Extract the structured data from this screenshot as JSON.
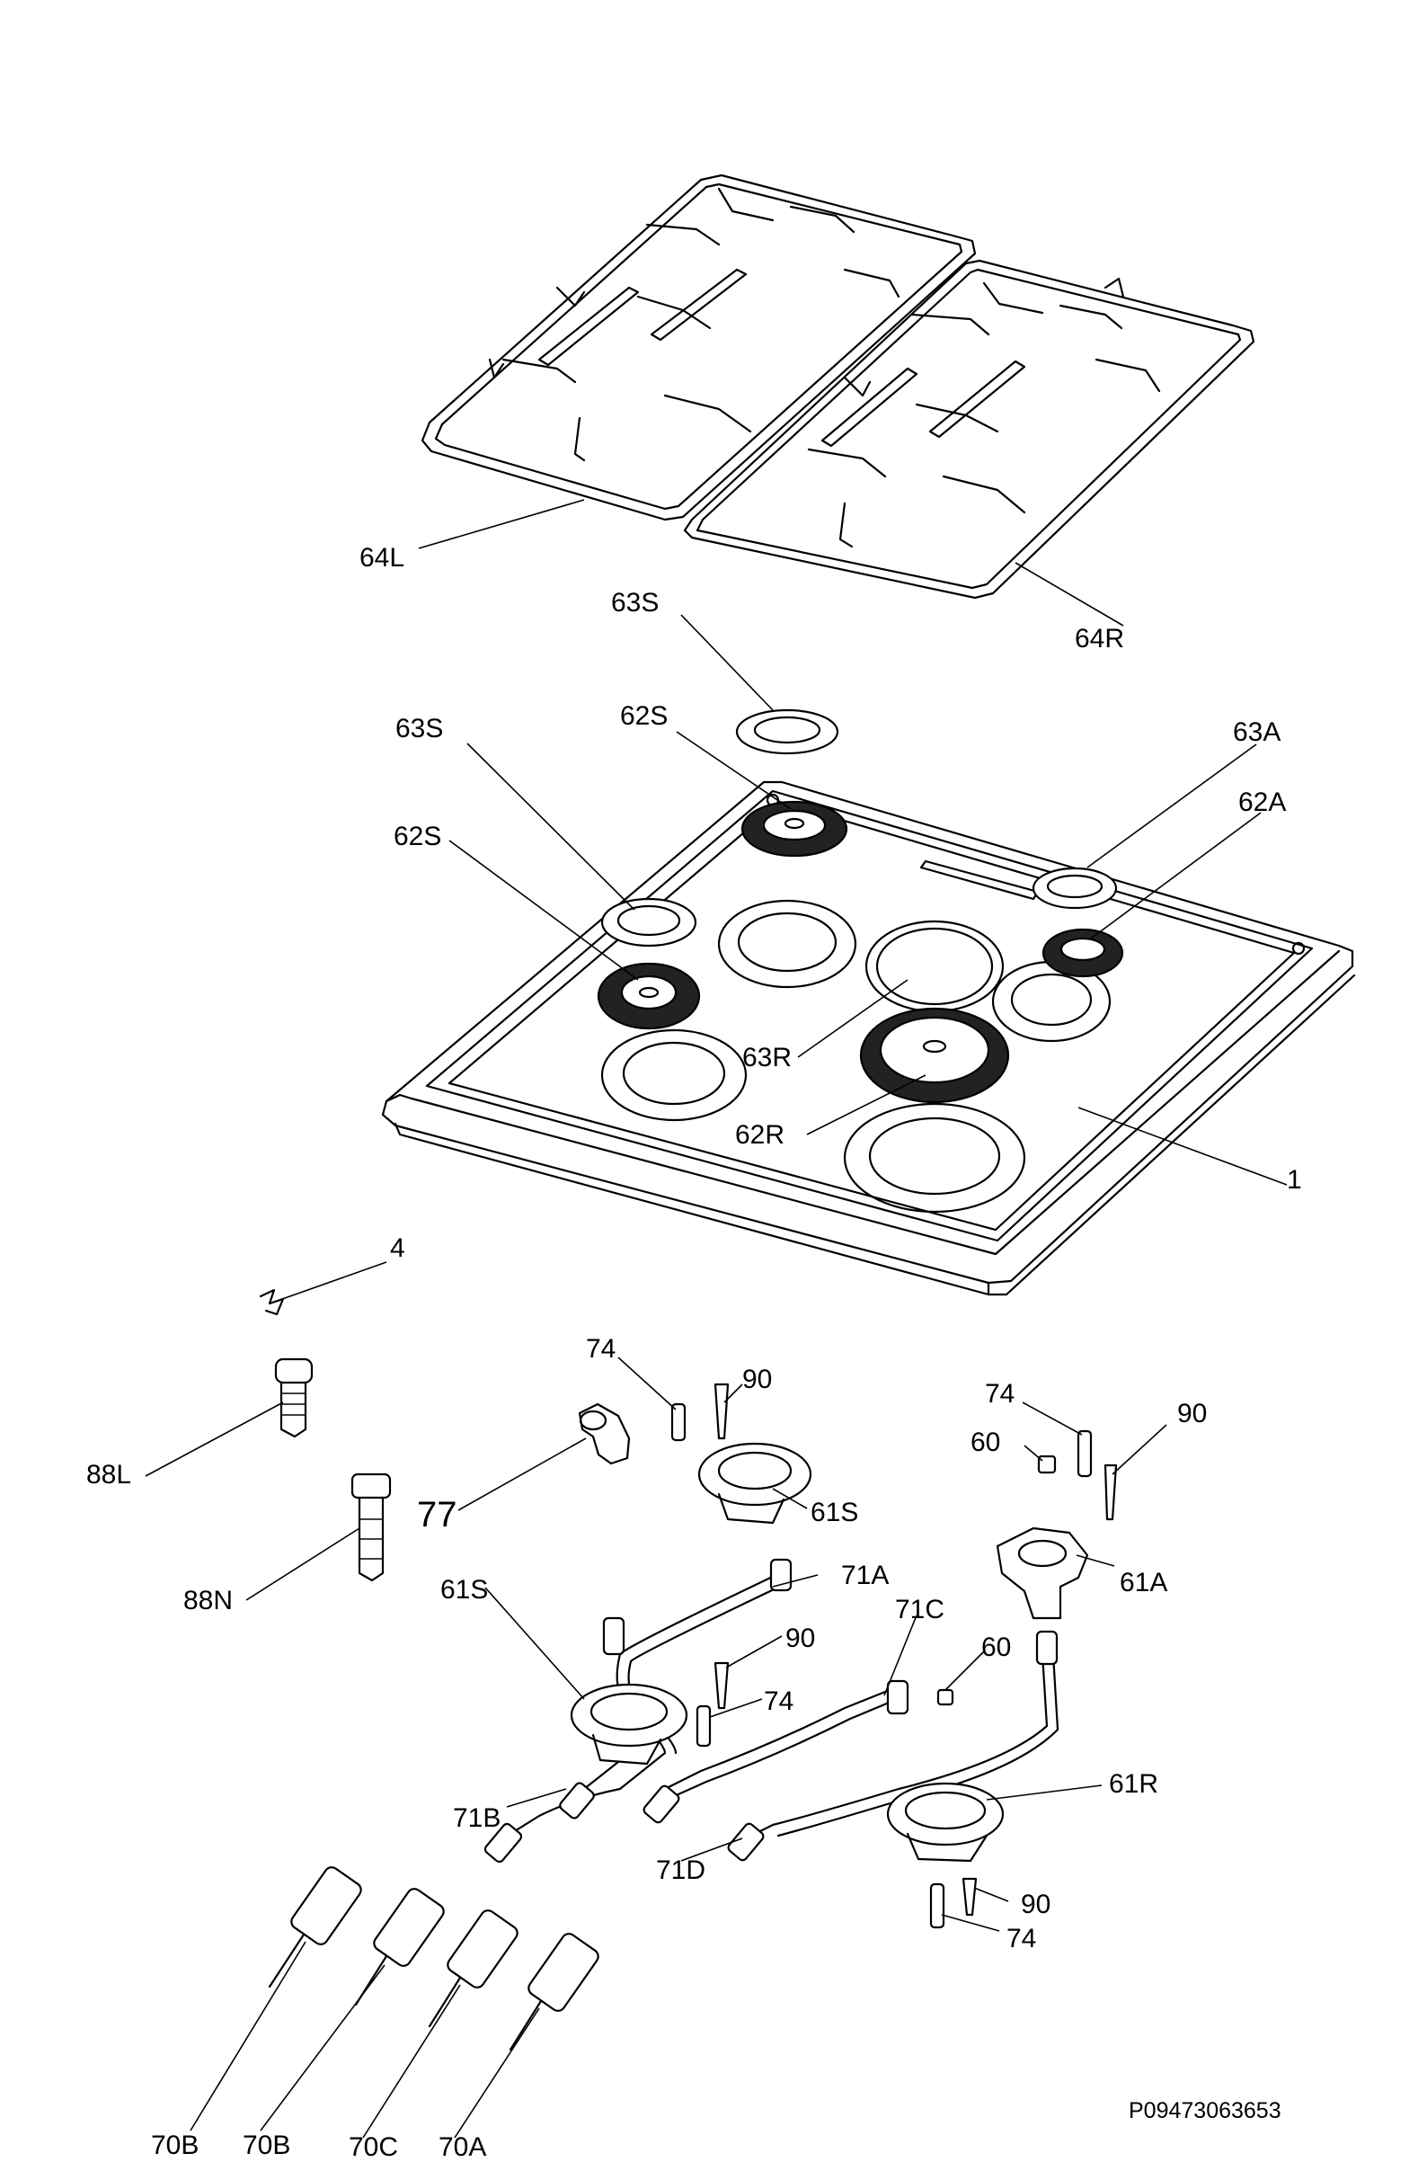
{
  "figure_code": "P09473063653",
  "labels": {
    "64L": "64L",
    "64R": "64R",
    "63S_top": "63S",
    "62S_top": "62S",
    "63S_left": "63S",
    "62S_left": "62S",
    "63A": "63A",
    "62A": "62A",
    "63R": "63R",
    "62R": "62R",
    "1": "1",
    "4": "4",
    "88L": "88L",
    "88N": "88N",
    "77": "77",
    "74_a": "74",
    "90_a": "90",
    "61S_a": "61S",
    "74_b": "74",
    "60_a": "60",
    "90_b": "90",
    "61A": "61A",
    "61S_b": "61S",
    "71A": "71A",
    "90_c": "90",
    "74_c": "74",
    "71C": "71C",
    "60_b": "60",
    "71B": "71B",
    "71D": "71D",
    "61R": "61R",
    "90_d": "90",
    "74_d": "74",
    "70B_1": "70B",
    "70B_2": "70B",
    "70C": "70C",
    "70A": "70A"
  }
}
